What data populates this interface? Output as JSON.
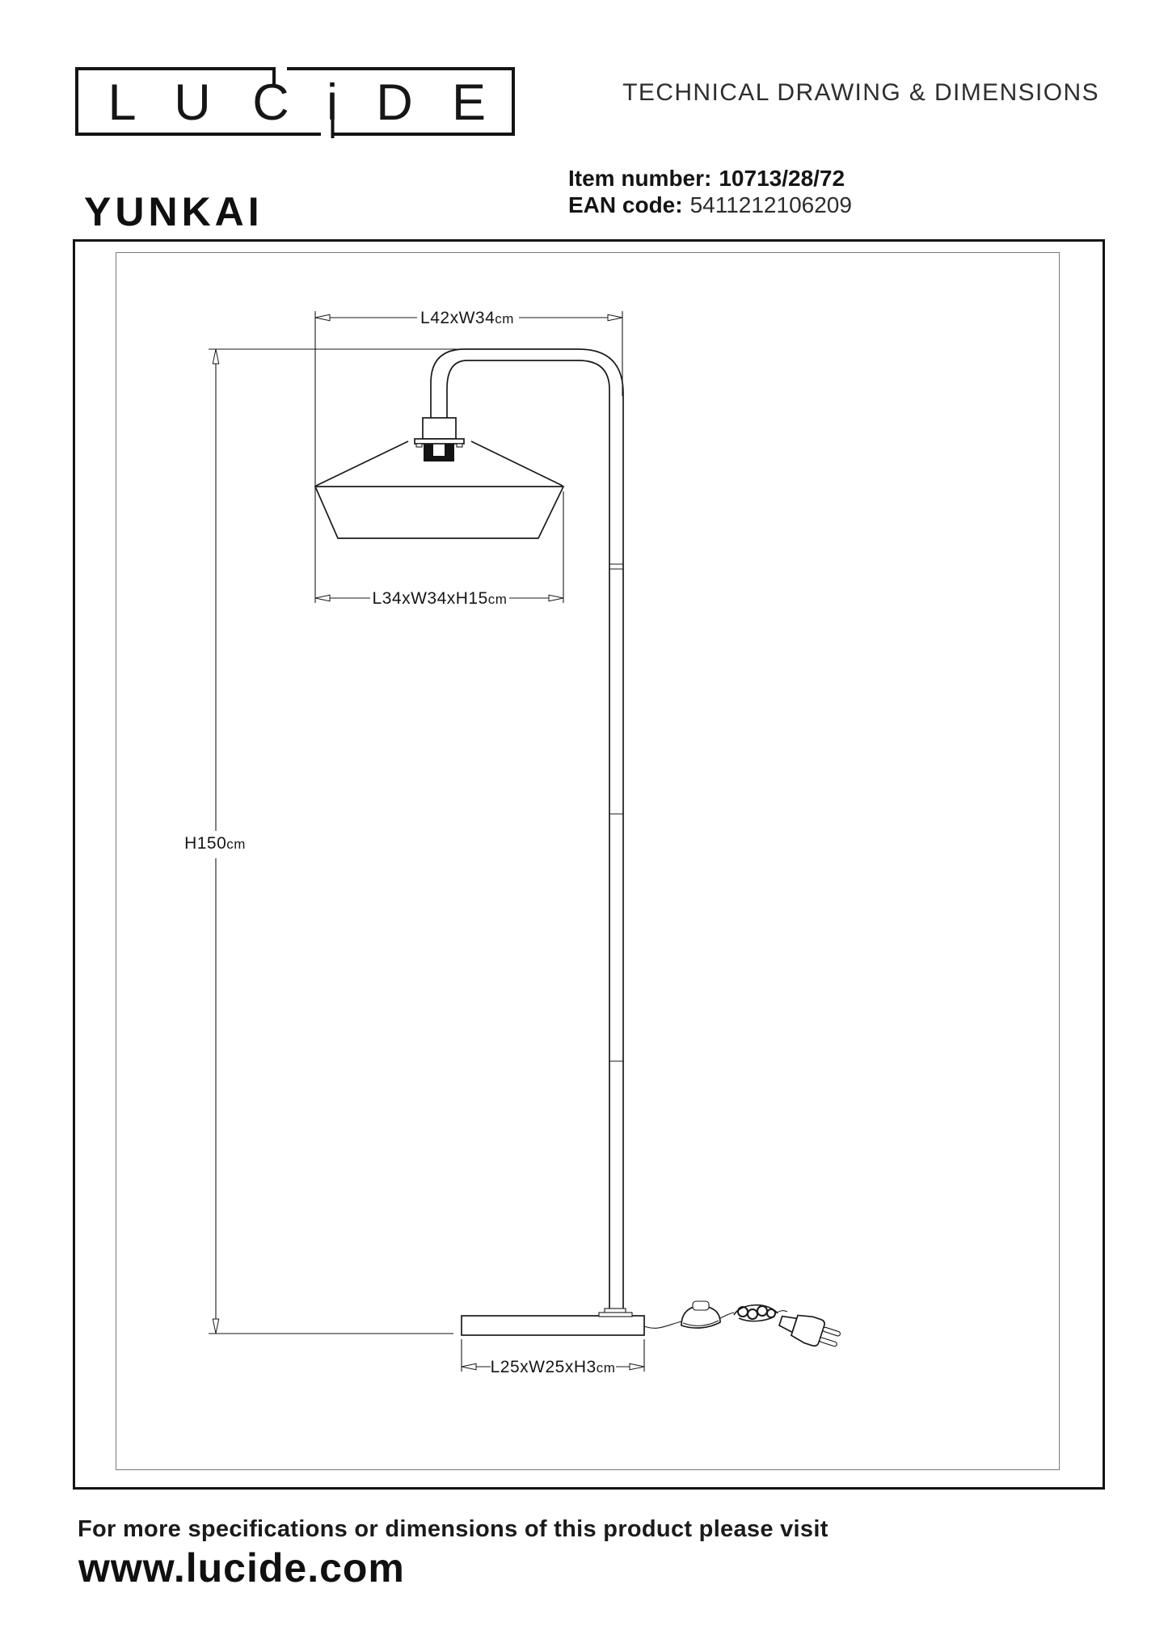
{
  "brand": {
    "logo_letters": [
      "L",
      "U",
      "C",
      "i",
      "D",
      "E"
    ]
  },
  "header": {
    "doc_title": "TECHNICAL DRAWING & DIMENSIONS",
    "product_name": "YUNKAI",
    "item_number_label": "Item number:",
    "item_number": "10713/28/72",
    "ean_label": "EAN code:",
    "ean_code": "5411212106209"
  },
  "dimensions": {
    "arm_reach": {
      "value": "L42xW34",
      "unit": "cm"
    },
    "shade": {
      "value": "L34xW34xH15",
      "unit": "cm"
    },
    "height": {
      "value": "H150",
      "unit": "cm"
    },
    "base": {
      "value": "L25xW25xH3",
      "unit": "cm"
    }
  },
  "footer": {
    "note": "For more specifications or dimensions of this product please visit",
    "website": "www.lucide.com"
  },
  "colors": {
    "ink": "#1a1a1a",
    "inner_frame": "#7a7a7a"
  }
}
